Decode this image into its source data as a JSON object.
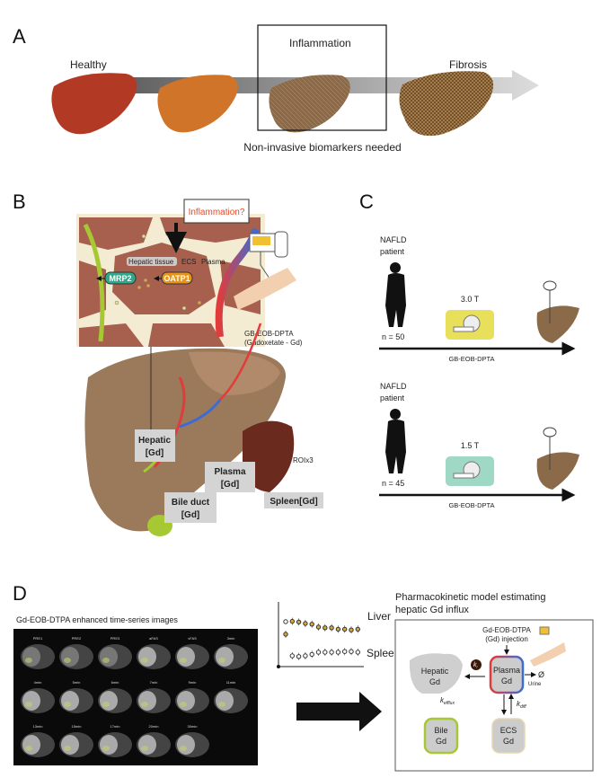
{
  "panels": {
    "a": "A",
    "b": "B",
    "c": "C",
    "d": "D"
  },
  "panel_a": {
    "stages": [
      "Healthy",
      "Inflammation",
      "Fibrosis"
    ],
    "caption": "Non-invasive biomarkers needed"
  },
  "panel_b": {
    "inflammation_label": "Inflammation?",
    "hepatic_tissue": "Hepatic tissue",
    "ecs": "ECS",
    "plasma": "Plasma",
    "mrp2": "MRP2",
    "oatp1": "OATP1",
    "agent_line1": "GB-EOB-DPTA",
    "agent_line2": "(Gadoxetate - Gd)",
    "hepatic_box": [
      "Hepatic",
      "[Gd]"
    ],
    "plasma_box": [
      "Plasma",
      "[Gd]"
    ],
    "bile_box": [
      "Bile duct",
      "[Gd]"
    ],
    "spleen_box": "Spleen[Gd]",
    "roi": "ROIx3"
  },
  "panel_c": {
    "cohorts": [
      {
        "patient_line1": "NAFLD",
        "patient_line2": "patient",
        "n": "n = 50",
        "field": "3.0 T",
        "agent": "GB-EOB-DPTA",
        "scanner_color": "#e8e05a"
      },
      {
        "patient_line1": "NAFLD",
        "patient_line2": "patient",
        "n": "n = 45",
        "field": "1.5 T",
        "agent": "GB-EOB-DPTA",
        "scanner_color": "#9fd8c4"
      }
    ]
  },
  "panel_d": {
    "images_title": "Gd-EOB-DTPA enhanced time-series images",
    "timepoints": [
      "PRE1",
      "PRE2",
      "PRE3",
      "aFAS",
      "vFAS",
      "3min",
      "4min",
      "5min",
      "6min",
      "7min",
      "9min",
      "11min",
      "13min",
      "15min",
      "17min",
      "20min",
      "30min"
    ],
    "curve_labels": {
      "liver": "Liver",
      "spleen": "Spleen"
    },
    "model_title_line1": "Pharmacokinetic model estimating",
    "model_title_line2": "hepatic Gd influx",
    "injection_line1": "Gd-EOB-DTPA",
    "injection_line2": "(Gd) injection",
    "hepatic": [
      "Hepatic",
      "Gd"
    ],
    "plasma": [
      "Plasma",
      "Gd"
    ],
    "bile": [
      "Bile",
      "Gd"
    ],
    "ecs": [
      "ECS",
      "Gd"
    ],
    "urine": "Urine",
    "null_symbol": "Ø",
    "k_i": "k",
    "k_i_sub": "i",
    "k_efflux": "k",
    "k_efflux_sub": "efflux",
    "k_diff": "k",
    "k_diff_sub": "diff"
  },
  "colors": {
    "liver_brown": "#9a7a5a",
    "plasma_red": "#e23b3b",
    "plasma_blue": "#3d6bd6",
    "bile_green": "#a6c832",
    "inflammation_red": "#e34a2a",
    "oatp1_orange": "#e6951a",
    "mrp2_teal": "#2fa88c"
  }
}
